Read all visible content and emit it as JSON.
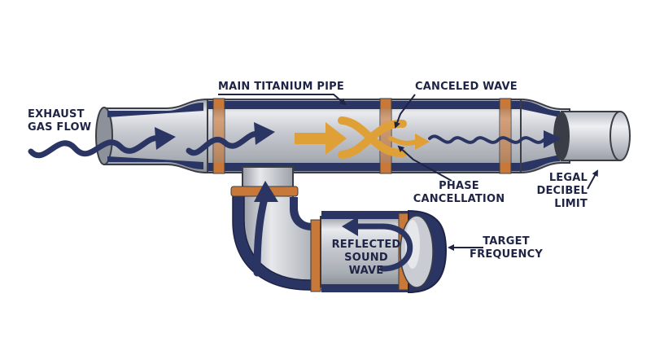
{
  "labels": {
    "exhaust_line1": "EXHAUST",
    "exhaust_line2": "GAS FLOW",
    "main_pipe": "MAIN TITANIUM PIPE",
    "canceled_wave": "CANCELED WAVE",
    "phase_line1": "PHASE",
    "phase_line2": "CANCELLATION",
    "legal_line1": "LEGAL",
    "legal_line2": "DECIBEL",
    "legal_line3": "LIMIT",
    "reflected_line1": "REFLECTED",
    "reflected_line2": "SOUND",
    "reflected_line3": "WAVE",
    "target_line1": "TARGET",
    "target_line2": "FREQUENCY"
  },
  "colors": {
    "navy": "#2b3563",
    "navy_dark": "#1f2446",
    "gold": "#e0a038",
    "copper": "#c8793a",
    "steel": "#c9ccd2",
    "steel_light": "#eceef1",
    "steel_dark": "#8c9098"
  }
}
